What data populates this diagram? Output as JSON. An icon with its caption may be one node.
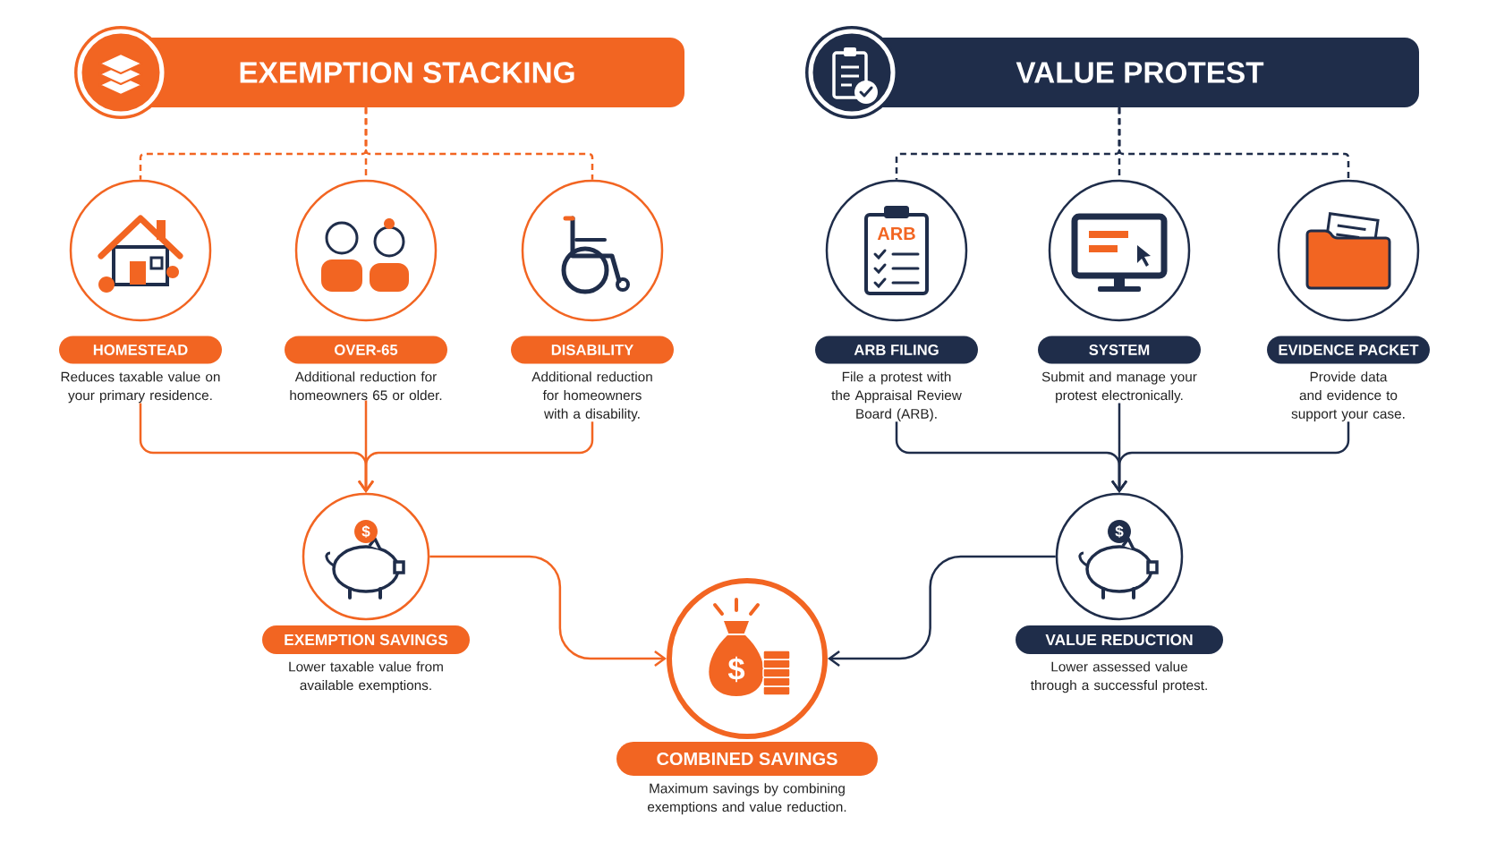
{
  "diagram": {
    "nodes": [
      {
        "text": [
          "EXEMPTION STACKING"
        ]
      },
      {
        "text": [
          "VALUE PROTEST"
        ]
      },
      {
        "text": [
          "HOMESTEAD",
          "Reduces taxable value on your primary residence."
        ]
      },
      {
        "text": [
          "OVER-65",
          "Additional reduction for homeowners 65 or older."
        ]
      },
      {
        "text": [
          "DISABILITY",
          "Additional reduction for homeowners with a disability."
        ]
      },
      {
        "text": [
          "ARB FILING",
          "File a protest with the Appraisal Review Board (ARB)."
        ]
      },
      {
        "text": [
          "SYSTEM",
          "Submit and manage your protest electronically."
        ]
      },
      {
        "text": [
          "EVIDENCE PACKET",
          "Provide data and evidence to support your case."
        ]
      },
      {
        "text": [
          "EXEMPTION SAVINGS",
          "Lower taxable value from available exemptions."
        ]
      },
      {
        "text": [
          "VALUE REDUCTION",
          "Lower assessed value through a successful protest."
        ]
      },
      {
        "text": [
          "COMBINED SAVINGS",
          "Maximum savings by combining exemptions and value reduction."
        ]
      }
    ],
    "edges": [
      {
        "from": 0,
        "to": 2,
        "arrow": "none",
        "style": "dashed",
        "color": "#f26522"
      },
      {
        "from": 0,
        "to": 3,
        "arrow": "none",
        "style": "dashed",
        "color": "#f26522"
      },
      {
        "from": 0,
        "to": 4,
        "arrow": "none",
        "style": "dashed",
        "color": "#f26522"
      },
      {
        "from": 1,
        "to": 5,
        "arrow": "none",
        "style": "dashed",
        "color": "#1f2d4a"
      },
      {
        "from": 1,
        "to": 6,
        "arrow": "none",
        "style": "dashed",
        "color": "#1f2d4a"
      },
      {
        "from": 1,
        "to": 7,
        "arrow": "none",
        "style": "dashed",
        "color": "#1f2d4a"
      },
      {
        "from": 2,
        "to": 8,
        "arrow": "to",
        "color": "#f26522"
      },
      {
        "from": 3,
        "to": 8,
        "arrow": "to",
        "color": "#f26522"
      },
      {
        "from": 4,
        "to": 8,
        "arrow": "to",
        "color": "#f26522"
      },
      {
        "from": 5,
        "to": 9,
        "arrow": "to",
        "color": "#1f2d4a"
      },
      {
        "from": 6,
        "to": 9,
        "arrow": "to",
        "color": "#1f2d4a"
      },
      {
        "from": 7,
        "to": 9,
        "arrow": "to",
        "color": "#1f2d4a"
      },
      {
        "from": 8,
        "to": 10,
        "arrow": "to",
        "color": "#f26522"
      },
      {
        "from": 9,
        "to": 10,
        "arrow": "to",
        "color": "#1f2d4a"
      }
    ],
    "labels": [
      "ARB",
      "$",
      "$",
      "$"
    ]
  }
}
